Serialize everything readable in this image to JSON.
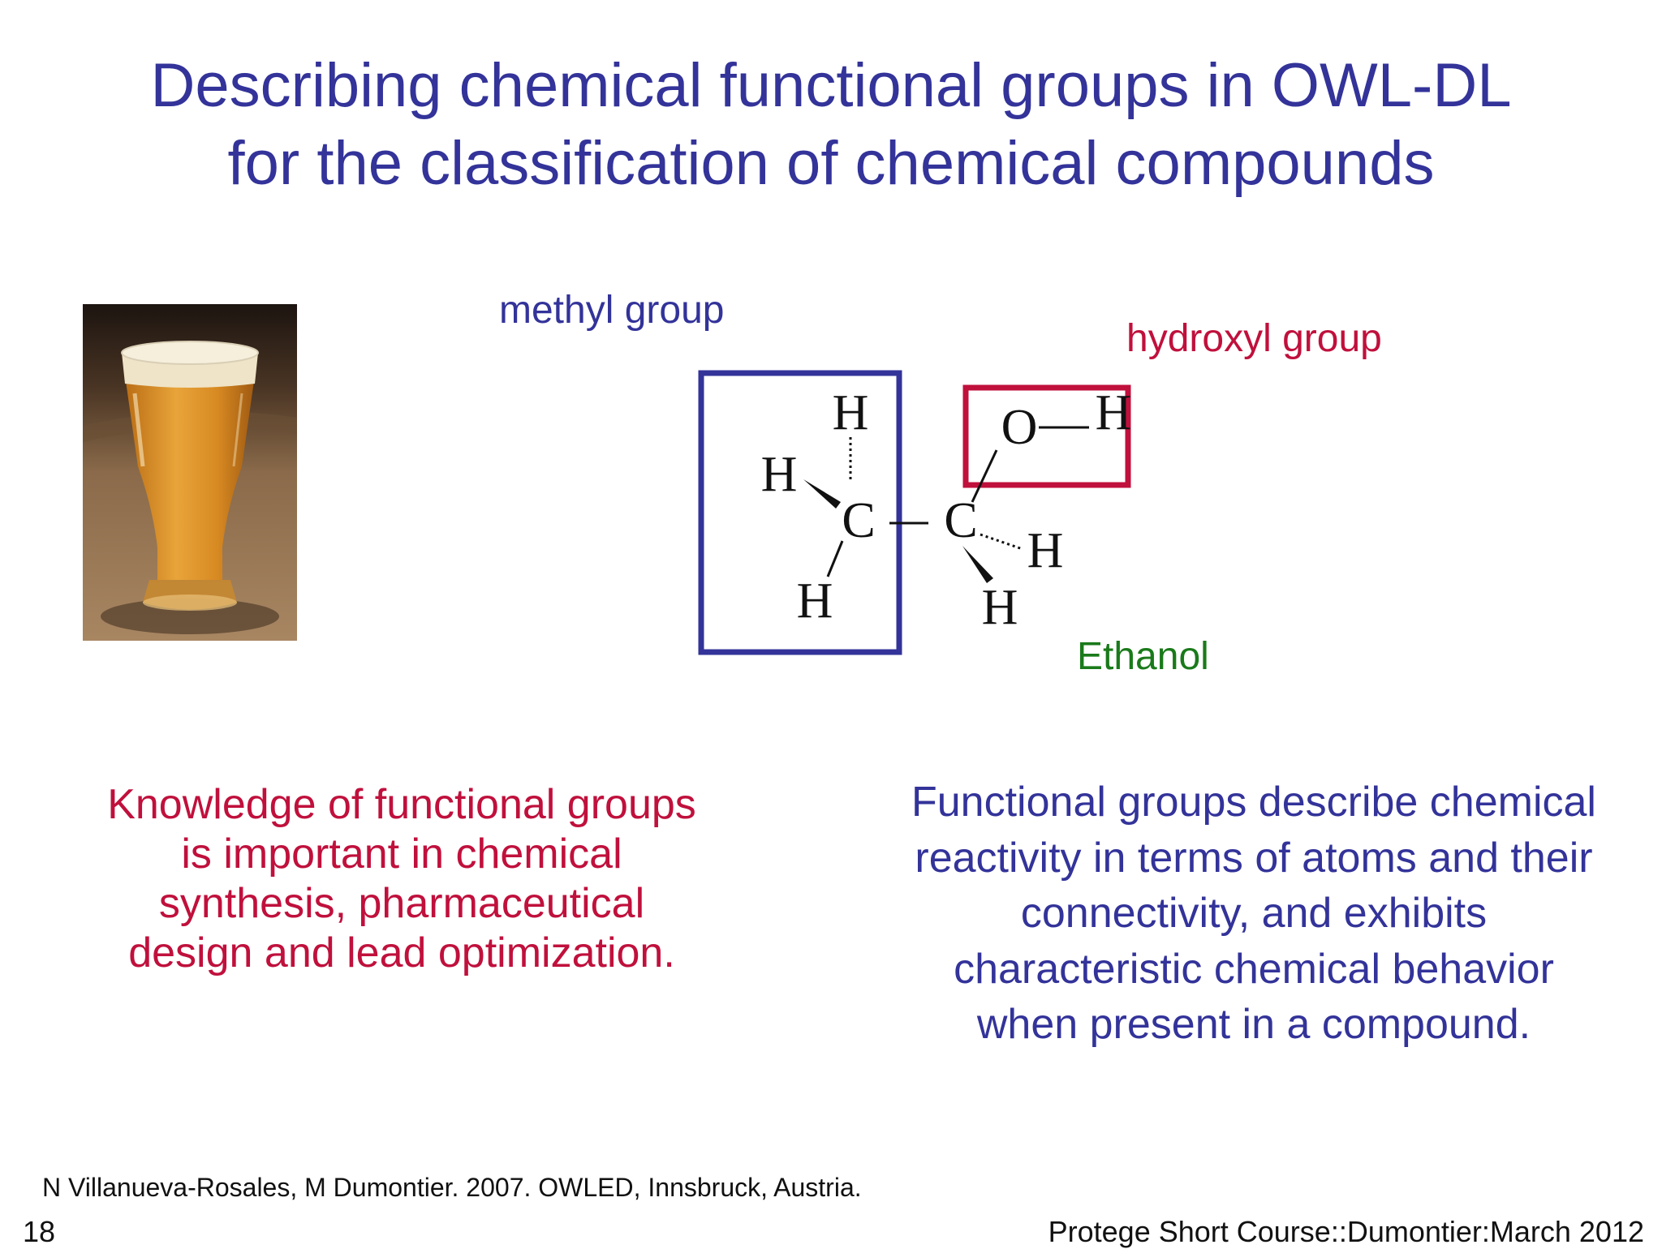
{
  "slide": {
    "title_line1": "Describing chemical functional groups in OWL-DL",
    "title_line2": "for the classification of chemical compounds",
    "labels": {
      "methyl": "methyl group",
      "hydroxyl": "hydroxyl group",
      "ethanol": "Ethanol"
    },
    "molecule_atoms": {
      "h_top": "H",
      "h_left": "H",
      "c1": "C",
      "h_bottom_left": "H",
      "c2": "C",
      "h_right": "H",
      "h_bottom_right": "H",
      "o": "O",
      "h_oh": "H"
    },
    "note_left": "Knowledge of functional groups is important in chemical synthesis, pharmaceutical design and lead optimization.",
    "note_right": "Functional groups describe chemical reactivity in terms of atoms and their connectivity, and exhibits characteristic chemical behavior when present in a compound.",
    "citation": "N Villanueva-Rosales, M Dumontier. 2007. OWLED, Innsbruck, Austria.",
    "slide_number": "18",
    "footer": "Protege Short Course::Dumontier:March 2012"
  },
  "colors": {
    "title": "#33339a",
    "methyl_box": "#33339a",
    "hydroxyl_box": "#c0103c",
    "ethanol_label": "#1a7a1a",
    "note_left": "#c0103c",
    "note_right": "#33339a"
  }
}
